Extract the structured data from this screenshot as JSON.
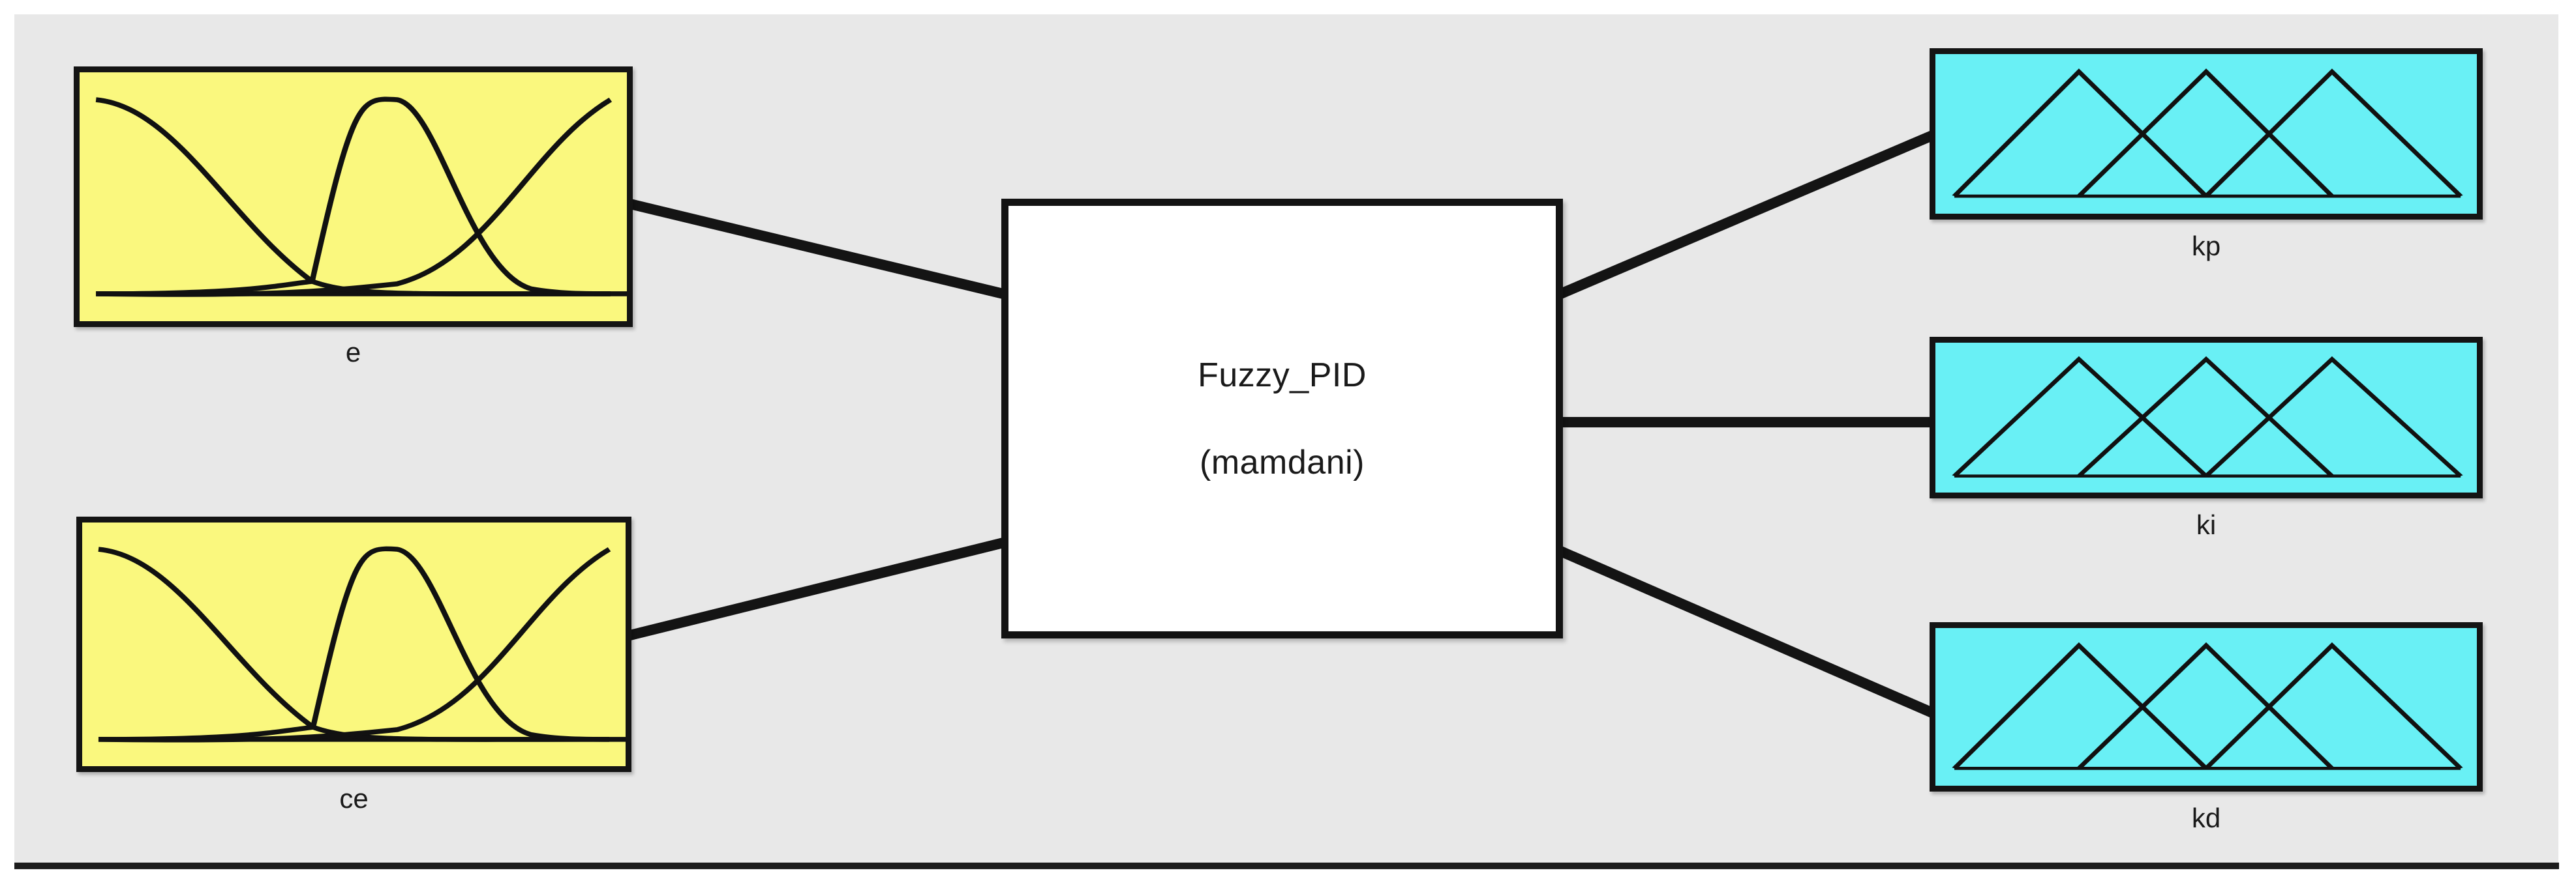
{
  "diagram": {
    "title": "Fuzzy_PID",
    "type": "(mamdani)",
    "canvas_color": "#e8e8e8",
    "input_color": "#faf87e",
    "output_color": "#69f0f5",
    "system_color": "#ffffff",
    "line_color": "#141414"
  },
  "system": {
    "name": "Fuzzy_PID",
    "inference_type": "(mamdani)"
  },
  "inputs": [
    {
      "id": "e",
      "label": "e",
      "mf_shape": "gaussian",
      "mf_count": 3,
      "mf_peaks": [
        0.0,
        0.5,
        1.0
      ]
    },
    {
      "id": "ce",
      "label": "ce",
      "mf_shape": "gaussian",
      "mf_count": 3,
      "mf_peaks": [
        0.0,
        0.5,
        1.0
      ]
    }
  ],
  "outputs": [
    {
      "id": "kp",
      "label": "kp",
      "mf_shape": "triangular",
      "mf_count": 3,
      "mf_peaks": [
        0.22,
        0.5,
        0.78
      ]
    },
    {
      "id": "ki",
      "label": "ki",
      "mf_shape": "triangular",
      "mf_count": 3,
      "mf_peaks": [
        0.22,
        0.5,
        0.78
      ]
    },
    {
      "id": "kd",
      "label": "kd",
      "mf_shape": "triangular",
      "mf_count": 3,
      "mf_peaks": [
        0.22,
        0.5,
        0.78
      ]
    }
  ],
  "connections": [
    {
      "from": "e",
      "to": "Fuzzy_PID"
    },
    {
      "from": "ce",
      "to": "Fuzzy_PID"
    },
    {
      "from": "Fuzzy_PID",
      "to": "kp"
    },
    {
      "from": "Fuzzy_PID",
      "to": "ki"
    },
    {
      "from": "Fuzzy_PID",
      "to": "kd"
    }
  ]
}
